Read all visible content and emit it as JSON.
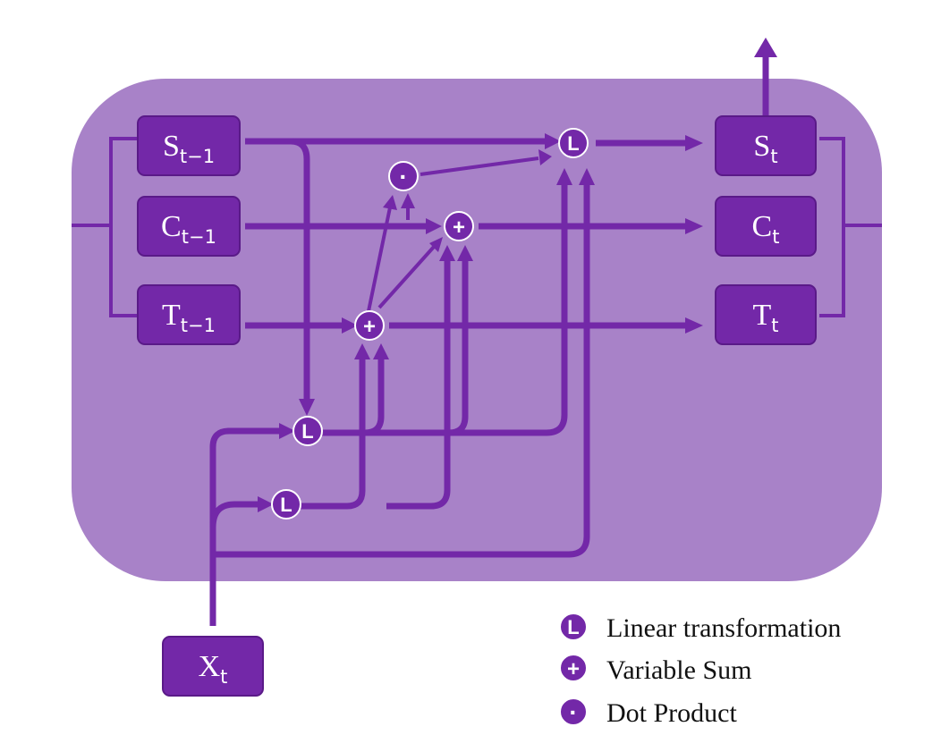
{
  "inputs": {
    "s_prev": {
      "main": "S",
      "sub": "t−1"
    },
    "c_prev": {
      "main": "C",
      "sub": "t−1"
    },
    "t_prev": {
      "main": "T",
      "sub": "t−1"
    },
    "x_t": {
      "main": "X",
      "sub": "t"
    }
  },
  "outputs": {
    "s_t": {
      "main": "S",
      "sub": "t"
    },
    "c_t": {
      "main": "C",
      "sub": "t"
    },
    "t_t": {
      "main": "T",
      "sub": "t"
    }
  },
  "symbols": {
    "linear": "L",
    "sum": "+",
    "dot": "·"
  },
  "legend": {
    "linear": "Linear transformation",
    "sum": "Variable Sum",
    "dot": "Dot Product"
  },
  "colors": {
    "cell_fill": "#a882c8",
    "accent": "#7328a8",
    "box_border": "#5a1a88",
    "background": "#ffffff"
  }
}
